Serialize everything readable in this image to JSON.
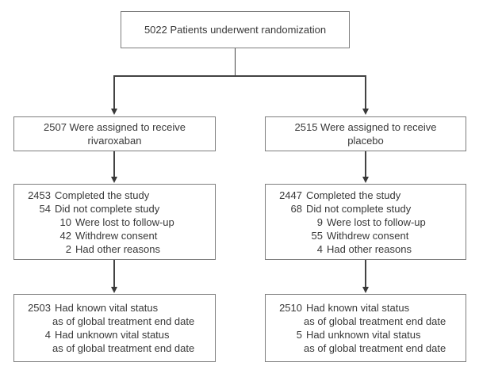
{
  "flow": {
    "randomization": {
      "num": "5022",
      "text": "Patients underwent randomization"
    },
    "arms": [
      {
        "name": "rivaroxaban",
        "assigned": {
          "num": "2507",
          "text": "Were assigned to receive",
          "drug": "rivaroxaban"
        },
        "completion": [
          {
            "num": "2453",
            "text": "Completed the study"
          },
          {
            "num": "54",
            "text": "Did not complete study"
          },
          {
            "num": "10",
            "text": "Were lost to follow-up"
          },
          {
            "num": "42",
            "text": "Withdrew consent"
          },
          {
            "num": "2",
            "text": "Had other reasons"
          }
        ],
        "vital_status": [
          {
            "num": "2503",
            "text": "Had known vital status"
          },
          {
            "num": "",
            "text": "as of global treatment end date"
          },
          {
            "num": "4",
            "text": "Had unknown vital status"
          },
          {
            "num": "",
            "text": "as of global treatment end date"
          }
        ]
      },
      {
        "name": "placebo",
        "assigned": {
          "num": "2515",
          "text": "Were assigned to receive",
          "drug": "placebo"
        },
        "completion": [
          {
            "num": "2447",
            "text": "Completed the study"
          },
          {
            "num": "68",
            "text": "Did not complete study"
          },
          {
            "num": "9",
            "text": "Were lost to follow-up"
          },
          {
            "num": "55",
            "text": "Withdrew consent"
          },
          {
            "num": "4",
            "text": "Had other reasons"
          }
        ],
        "vital_status": [
          {
            "num": "2510",
            "text": "Had known vital status"
          },
          {
            "num": "",
            "text": "as of global treatment end date"
          },
          {
            "num": "5",
            "text": "Had unknown vital status"
          },
          {
            "num": "",
            "text": "as of global treatment end date"
          }
        ]
      }
    ],
    "colors": {
      "box_border": "#7d7d7d",
      "connector": "#434343",
      "text": "#383838"
    }
  }
}
